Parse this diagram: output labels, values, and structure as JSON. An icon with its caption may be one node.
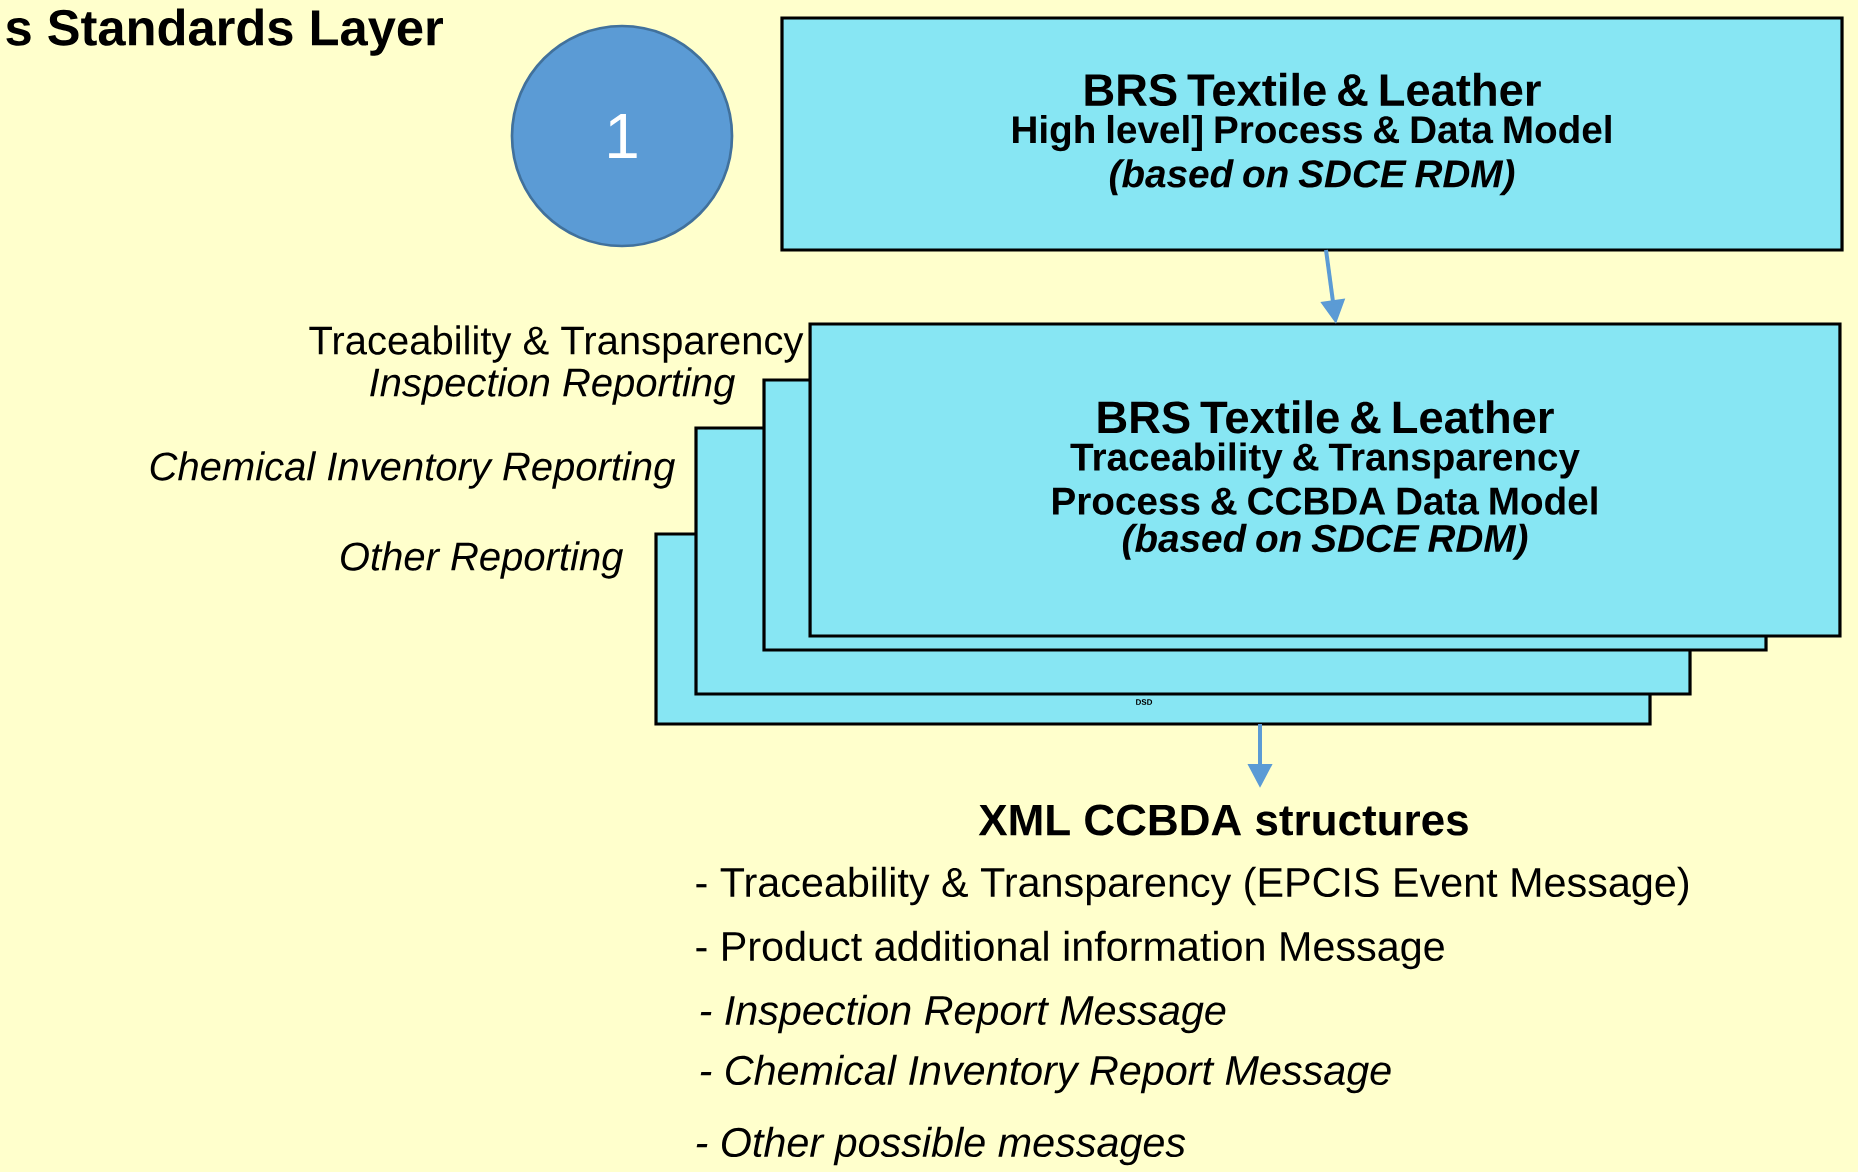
{
  "diagram": {
    "title": "s Standards Layer",
    "nodes": [
      {
        "text": [
          "1"
        ]
      },
      {
        "text": [
          "BRS Textile & Leather",
          "High level] Process & Data Model",
          "(based on SDCE RDM)"
        ]
      },
      {
        "text": [
          "BRS Textile & Leather",
          "Traceability & Transparency",
          "Process & CCBDA Data Model",
          "(based on SDCE RDM)"
        ],
        "beside": [
          "Traceability & Transparency"
        ]
      },
      {
        "text": [
          "XML CCBDA structures"
        ]
      }
    ],
    "edges": [
      {
        "from": 1,
        "to": 2,
        "arrow": "to"
      },
      {
        "from": 2,
        "to": 3,
        "arrow": "to"
      }
    ],
    "labels": [
      "Inspection Reporting",
      "Chemical Inventory Reporting",
      "Other Reporting",
      "DSD",
      "- Traceability & Transparency (EPCIS Event Message)",
      "- Product additional information Message",
      "- Inspection Report Message",
      "- Chemical Inventory Report Message",
      "- Other possible messages"
    ]
  }
}
